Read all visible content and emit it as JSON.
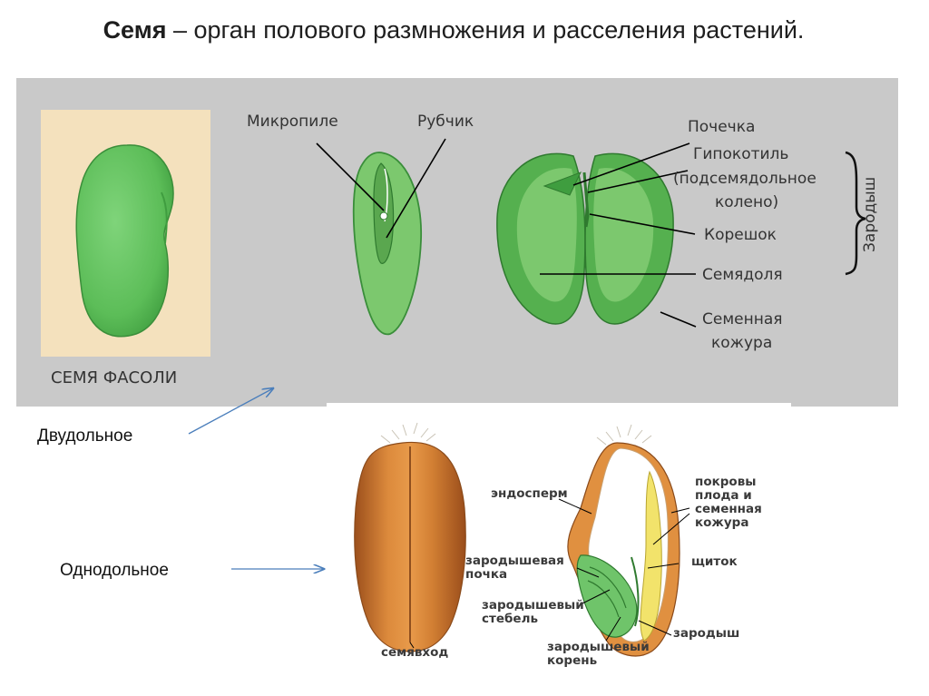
{
  "title": {
    "bold": "Семя",
    "rest": " – орган полового размножения и расселения растений."
  },
  "dicot": {
    "caption": "СЕМЯ ФАСОЛИ",
    "labels": {
      "micropyle": "Микропиле",
      "hilum": "Рубчик",
      "plumule": "Почечка",
      "hypocotyl_1": "Гипокотиль",
      "hypocotyl_2": "(подсемядольное",
      "hypocotyl_3": "колено)",
      "radicle": "Корешок",
      "cotyledon": "Семядоля",
      "seed_coat_1": "Семенная",
      "seed_coat_2": "кожура",
      "embryo": "Зародыш"
    }
  },
  "monocot": {
    "labels": {
      "endosperm": "эндосперм",
      "covers_1": "покровы",
      "covers_2": "плода и",
      "covers_3": "семенная",
      "covers_4": "кожура",
      "bud_1": "зародышевая",
      "bud_2": "почка",
      "scutellum": "щиток",
      "stem_1": "зародышевый",
      "stem_2": "стебель",
      "embryo": "зародыш",
      "root_1": "зародышевый",
      "root_2": "корень",
      "micropyle": "семявход"
    }
  },
  "side_labels": {
    "dicot": "Двудольное",
    "monocot": "Однодольное"
  },
  "colors": {
    "panel_gray": "#c9c9c9",
    "bean_bg": "#f4e1bd",
    "bean_green": "#5fbf5f",
    "grain_brown": "#c9772f",
    "grain_yellow": "#f2e36b",
    "arrow_blue": "#4a7ebb"
  }
}
